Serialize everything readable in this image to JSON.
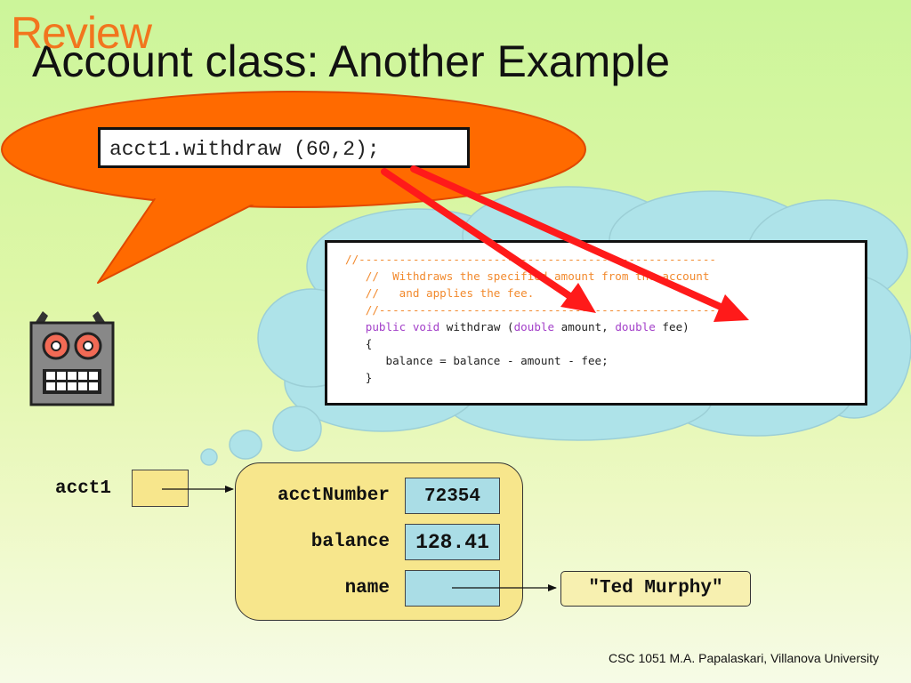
{
  "slide": {
    "tag": "Review",
    "title": "Account class: Another Example",
    "footer": "CSC 1051 M.A. Papalaskari, Villanova University"
  },
  "call_expression": "acct1.withdraw (60,2);",
  "code": {
    "comment_rule": "//-----------------------------------------------------",
    "comment_rule_2": "//-----------------------------------------------------",
    "comment_line_1": "//  Withdraws the specified amount from the account",
    "comment_line_2": "//   and applies the fee.",
    "kw_public": "public",
    "kw_void": "void",
    "method_name": " withdraw (",
    "type_1": "double",
    "param_1": " amount, ",
    "type_2": "double",
    "param_2": " fee)",
    "open_brace": "{",
    "body": "   balance = balance - amount - fee;",
    "close_brace": "}"
  },
  "reference": {
    "label": "acct1"
  },
  "object": {
    "fields": [
      {
        "label": "acctNumber",
        "value": "72354"
      },
      {
        "label": "balance",
        "value": "128.41"
      },
      {
        "label": "name",
        "value": ""
      }
    ],
    "name_string": "\"Ted Murphy\""
  },
  "colors": {
    "speech_bubble": "#ff6a00",
    "thought_cloud": "#aee3e9",
    "highlight_arrow": "#ff1a1a",
    "object_fill": "#f7e68c",
    "field_fill": "#aadde6",
    "tag_color": "#f2751e"
  }
}
